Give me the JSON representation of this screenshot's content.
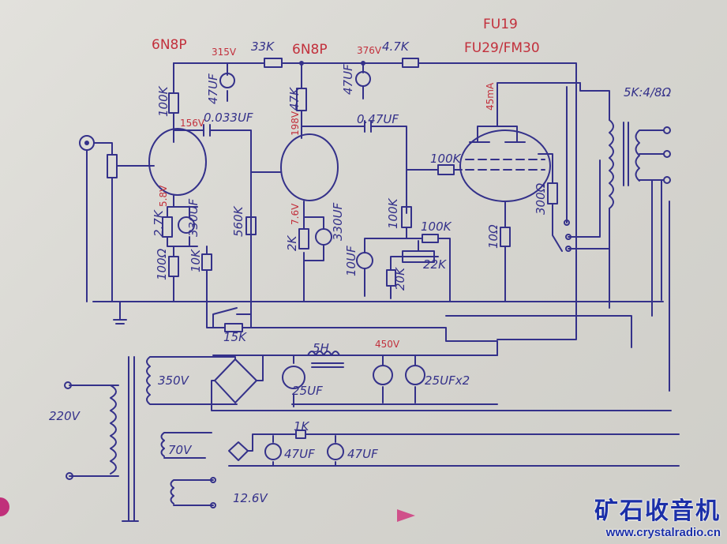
{
  "title_tubes": {
    "v1": "6N8P",
    "v2": "6N8P",
    "out_line1": "FU19",
    "out_line2": "FU29/FM30"
  },
  "voltages": {
    "b1": "315V",
    "b2": "376V",
    "v1_anode": "156V",
    "v2_anode": "198V",
    "v1_cathode": "5.8V",
    "v2_cathode": "7.6V",
    "out_current": "45mA",
    "hv": "450V"
  },
  "components": {
    "r_33k": "33K",
    "r_4k7": "4.7K",
    "c_47uf_a": "47UF",
    "c_47uf_b": "47UF",
    "r_100k_anode": "100K",
    "r_47k_anode": "47K",
    "c_0033": "0.033UF",
    "c_047": "0.47UF",
    "r_2k7": "2.7K",
    "c_330_a": "330UF",
    "r_100ohm": "100Ω",
    "r_10k": "10K",
    "r_560k": "560K",
    "r_2k": "2K",
    "c_330_b": "330UF",
    "r_100k_grid": "100K",
    "r_100k_fb": "100K",
    "r_22k": "22K",
    "r_20k": "20K",
    "c_10uf": "10UF",
    "r_grid_stop": "100K",
    "r_300ohm": "300Ω",
    "r_10ohm": "10Ω",
    "r_15k": "15K",
    "transformer_out": "5K:4/8Ω"
  },
  "psu": {
    "choke": "5H",
    "sec_hv": "350V",
    "c_25uf": "25UF",
    "c_25x2": "25UFx2",
    "primary": "220V",
    "sec_bias": "70V",
    "r_1k": "1K",
    "c_47uf_1": "47UF",
    "c_47uf_2": "47UF",
    "heater": "12.6V"
  },
  "watermark": {
    "cn": "矿石收音机",
    "url": "www.crystalradio.cn"
  },
  "colors": {
    "ink": "#34318a",
    "red": "#c2303c",
    "paper": "#d6d5d0"
  }
}
